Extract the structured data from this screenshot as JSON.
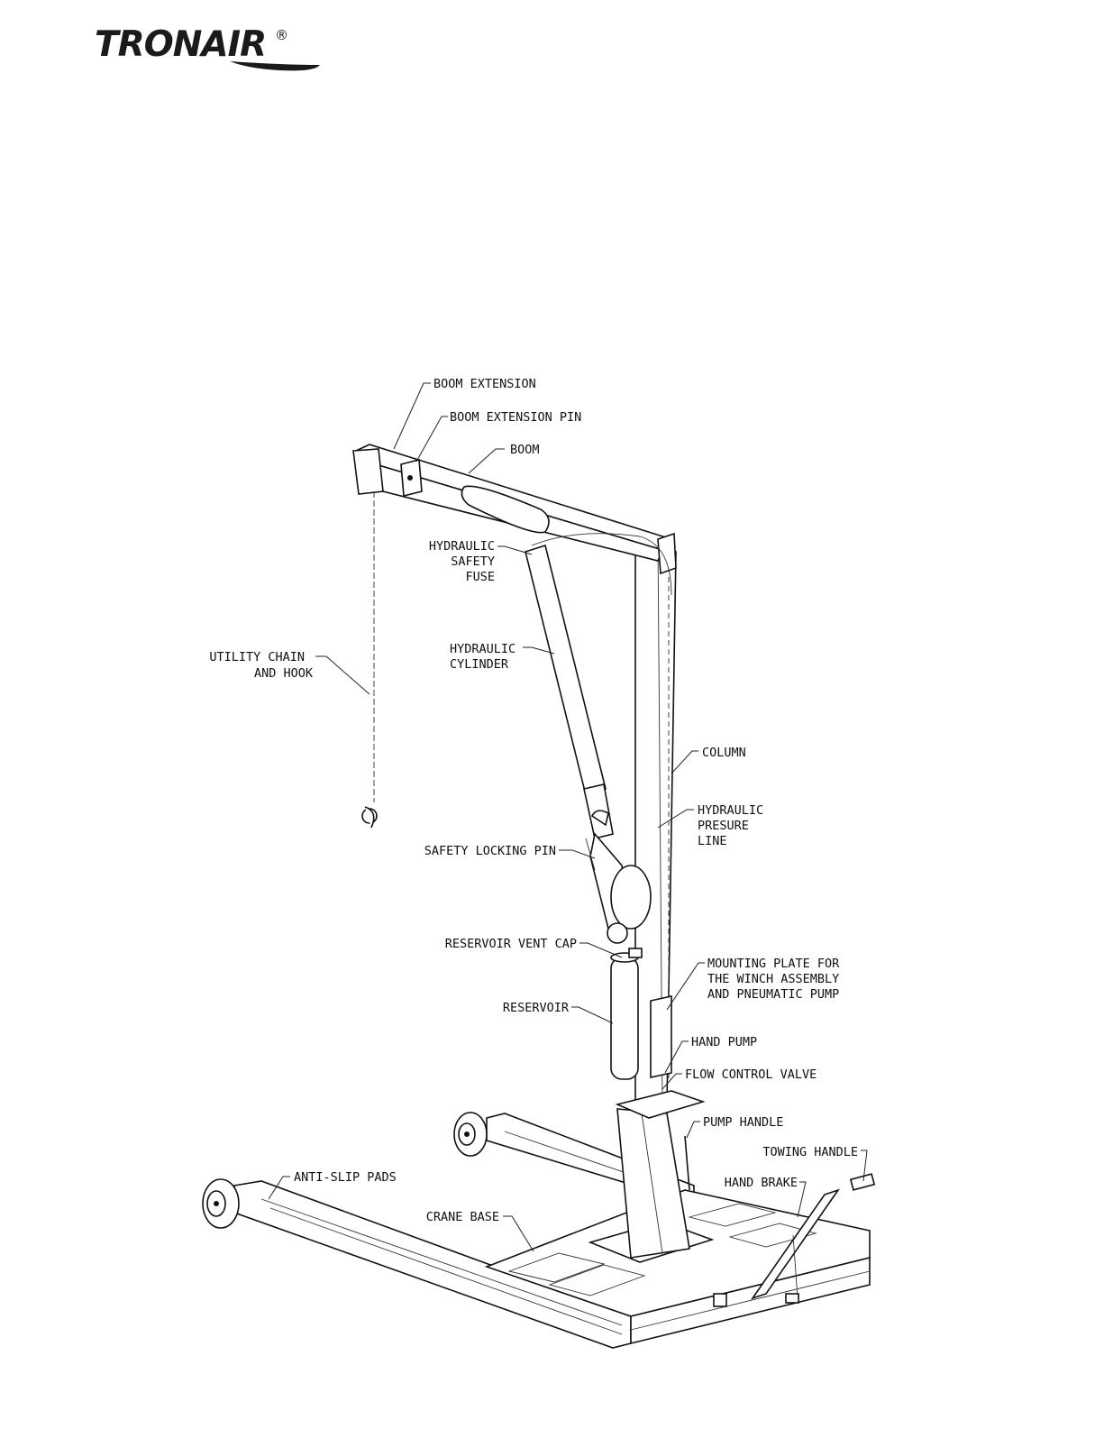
{
  "logo": {
    "text": "TRONAIR",
    "registered": "®"
  },
  "labels": {
    "boom_extension": "BOOM EXTENSION",
    "boom_extension_pin": "BOOM EXTENSION PIN",
    "boom": "BOOM",
    "hydraulic_safety_fuse": [
      "HYDRAULIC",
      "SAFETY",
      "FUSE"
    ],
    "utility_chain": [
      "UTILITY CHAIN",
      "AND HOOK"
    ],
    "hydraulic_cylinder": [
      "HYDRAULIC",
      "CYLINDER"
    ],
    "column": "COLUMN",
    "hydraulic_pressure_line": [
      "HYDRAULIC",
      "PRESURE",
      "LINE"
    ],
    "safety_locking_pin": "SAFETY LOCKING PIN",
    "reservoir_vent_cap": "RESERVOIR VENT CAP",
    "mounting_plate": [
      "MOUNTING PLATE FOR",
      "THE WINCH ASSEMBLY",
      "AND PNEUMATIC PUMP"
    ],
    "reservoir": "RESERVOIR",
    "hand_pump": "HAND PUMP",
    "flow_control_valve": "FLOW CONTROL VALVE",
    "pump_handle": "PUMP HANDLE",
    "towing_handle": "TOWING HANDLE",
    "hand_brake": "HAND BRAKE",
    "anti_slip_pads": "ANTI-SLIP PADS",
    "crane_base": "CRANE BASE"
  }
}
